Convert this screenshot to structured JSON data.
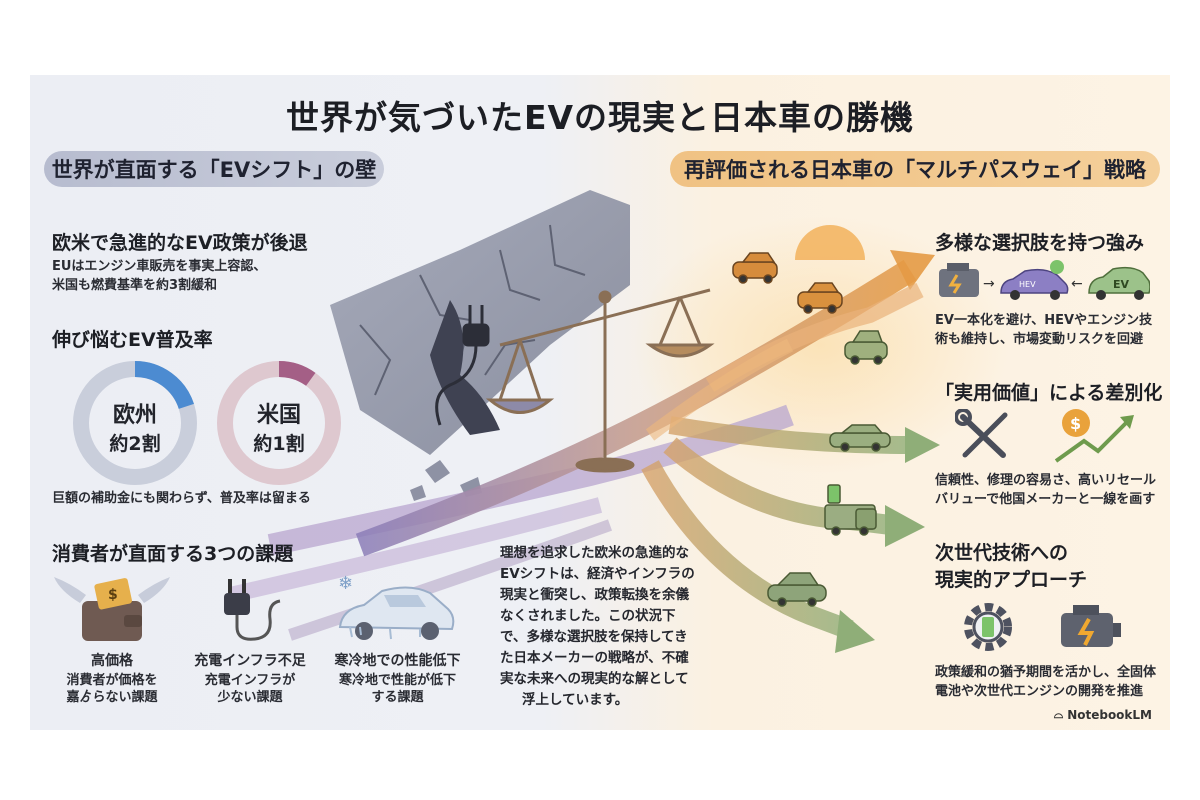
{
  "title": "世界が気づいたEVの現実と日本車の勝機",
  "left_pill": "世界が直面する「EVシフト」の壁",
  "right_pill": "再評価される日本車の「マルチパスウェイ」戦略",
  "left": {
    "s1": {
      "heading": "欧米で急進的なEV政策が後退",
      "line1": "EUはエンジン車販売を事実上容認、",
      "line2": "米国も燃費基準を約3割緩和"
    },
    "s2": {
      "heading": "伸び悩むEV普及率",
      "eu": {
        "name": "欧州",
        "value": "約2割",
        "fraction": 0.2
      },
      "us": {
        "name": "米国",
        "value": "約1割",
        "fraction": 0.1
      },
      "note": "巨額の補助金にも関わらず、普及率は留まる"
    },
    "s3": {
      "heading": "消費者が直面する3つの課題",
      "items": [
        {
          "title": "高価格",
          "line1": "消費者が価格を",
          "line2": "嘉ゟらない課題"
        },
        {
          "title": "充電インフラ不足",
          "line1": "充電インフラが",
          "line2": "少ない課題"
        },
        {
          "title": "寒冷地での性能低下",
          "line1": "寒冷地で性能が低下",
          "line2": "する課題"
        }
      ]
    }
  },
  "center": {
    "lines": [
      "理想を追求した欧米の急進的な",
      "EVシフトは、経済やインフラの",
      "現実と衝突し、政策転換を余儀",
      "なくされました。この状況下",
      "で、多様な選択肢を保持してき",
      "た日本メーカーの戦略が、不確",
      "実な未来への現実的な解として",
      "浮上しています。"
    ]
  },
  "right": {
    "s1": {
      "heading": "多様な選択肢を持つ強み",
      "badge_hev": "HEV",
      "badge_ev": "EV",
      "line1": "EV一本化を避け、HEVやエンジン技",
      "line2": "術も維持し、市場変動リスクを回避"
    },
    "s2": {
      "heading": "「実用価値」による差別化",
      "line1": "信頼性、修理の容易さ、高いリセール",
      "line2": "バリューで他国メーカーと一線を画す"
    },
    "s3": {
      "heading1": "次世代技術への",
      "heading2": "現実的アプローチ",
      "line1": "政策緩和の猶予期間を活かし、全固体",
      "line2": "電池や次世代エンジンの開発を推進"
    }
  },
  "brand": "NotebookLM",
  "colors": {
    "ring_eu": "#4c8bd1",
    "ring_us": "#a45f86",
    "ring_bg_eu": "#c9cedb",
    "ring_bg_us": "#dec8cf",
    "arrow_blue": "#6d7fc0",
    "arrow_orange": "#e49a45",
    "arrow_green": "#8fae78"
  }
}
